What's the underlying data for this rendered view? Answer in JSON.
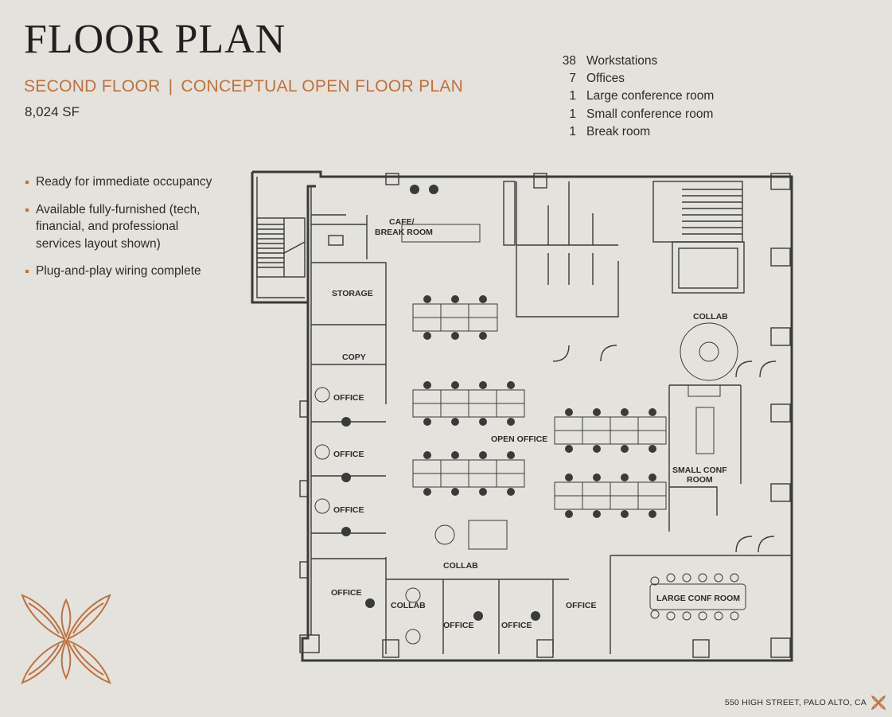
{
  "header": {
    "title": "FLOOR PLAN",
    "floor": "SECOND FLOOR",
    "separator": "|",
    "plan_type": "CONCEPTUAL OPEN FLOOR PLAN",
    "area": "8,024 SF"
  },
  "program": [
    {
      "count": "38",
      "label": "Workstations"
    },
    {
      "count": "7",
      "label": "Offices"
    },
    {
      "count": "1",
      "label": "Large conference room"
    },
    {
      "count": "1",
      "label": "Small conference room"
    },
    {
      "count": "1",
      "label": "Break room"
    }
  ],
  "features": [
    "Ready for immediate occupancy",
    "Available fully-furnished (tech, financial, and professional services layout shown)",
    "Plug-and-play wiring complete"
  ],
  "rooms": {
    "cafe_line1": "CAFE/",
    "cafe_line2": "BREAK ROOM",
    "storage": "STORAGE",
    "copy": "COPY",
    "office_1": "OFFICE",
    "office_2": "OFFICE",
    "office_3": "OFFICE",
    "office_4": "OFFICE",
    "office_5": "OFFICE",
    "office_6": "OFFICE",
    "office_7": "OFFICE",
    "open_office": "OPEN OFFICE",
    "collab_1": "COLLAB",
    "collab_2": "COLLAB",
    "collab_3": "COLLAB",
    "small_conf_line1": "SMALL CONF",
    "small_conf_line2": "ROOM",
    "large_conf": "LARGE CONF ROOM"
  },
  "footer": {
    "address": "550 HIGH STREET, PALO ALTO, CA"
  },
  "colors": {
    "accent": "#c0703d",
    "background": "#e4e2dc",
    "wall": "#3a3a3a"
  }
}
